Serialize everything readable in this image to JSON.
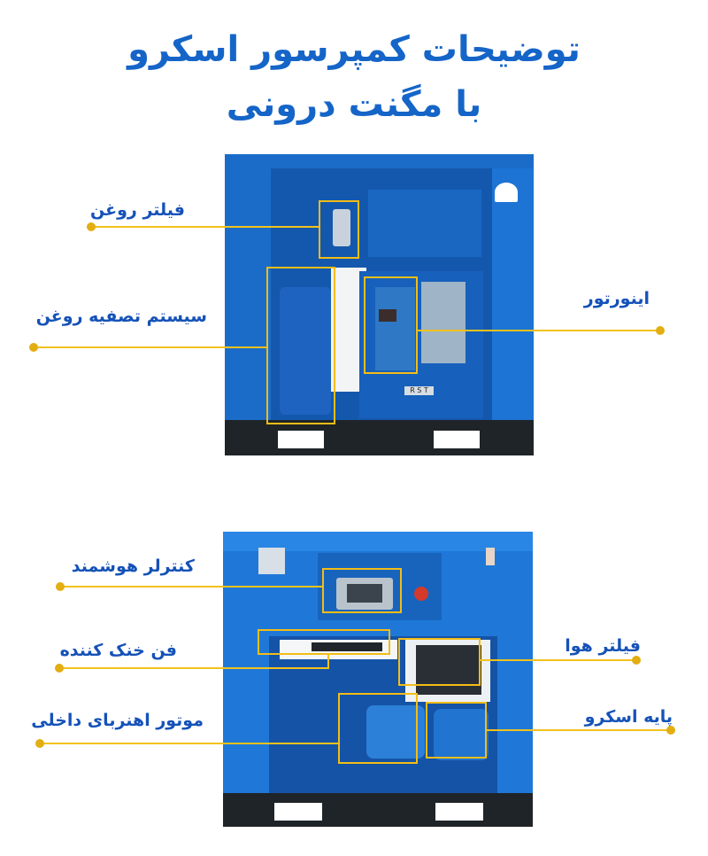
{
  "title": {
    "line1": "توضیحات کمپرسور اسکرو",
    "line2": "با مگنت درونی"
  },
  "colors": {
    "title": "#1565c8",
    "label": "#1552b8",
    "callout_line": "#f2c21b",
    "callout_dot": "#e3ae12",
    "machine_blue": "#1a6fd0",
    "base": "#1f2428"
  },
  "top_machine": {
    "callouts": [
      {
        "label": "فیلتر روغن",
        "side": "left"
      },
      {
        "label": "سیستم تصفیه روغن",
        "side": "left"
      },
      {
        "label": "اینورتور",
        "side": "right"
      }
    ],
    "terminal_text": "R S T"
  },
  "bottom_machine": {
    "callouts": [
      {
        "label": "کنترلر هوشمند",
        "side": "left"
      },
      {
        "label": "فن خنک کننده",
        "side": "left"
      },
      {
        "label": "موتور اهنربای داخلی",
        "side": "left"
      },
      {
        "label": "فیلتر هوا",
        "side": "right"
      },
      {
        "label": "پایه اسکرو",
        "side": "right"
      }
    ]
  }
}
